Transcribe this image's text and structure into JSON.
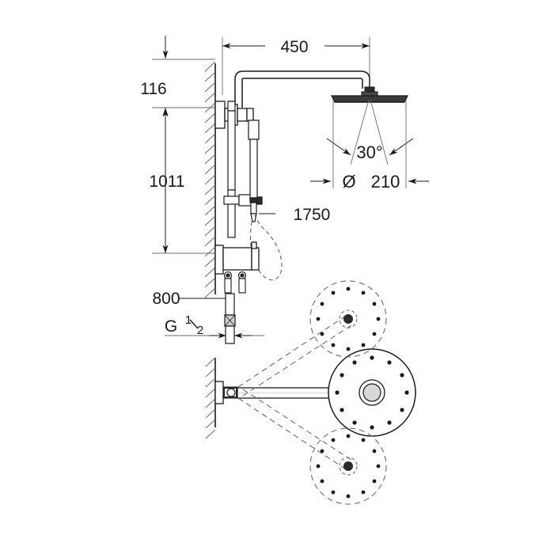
{
  "drawing": {
    "title": "Shower system technical dimension drawing",
    "units": "mm",
    "line_color": "#6b6b6b",
    "dark_line_color": "#1a1a1a",
    "text_color": "#1a1a1a",
    "background": "#ffffff"
  },
  "dimensions": {
    "projection_450": "450",
    "head_offset_116": "116",
    "riser_height_1011": "1011",
    "hose_length_1750": "1750",
    "inlet_height_800": "800",
    "thread_size_main": "G",
    "thread_size_num": "1",
    "thread_size_den": "2",
    "spray_angle": "30°",
    "head_diameter_symbol": "Ø",
    "head_diameter_value": "210"
  },
  "views": {
    "elevation_label": "elevation-view",
    "plan_label": "plan-view"
  },
  "components": {
    "wall": "wall-hatching",
    "shower_arm": "shower-arm",
    "head_shower": "head-shower",
    "riser_rail": "riser-rail",
    "hand_shower": "hand-shower",
    "thermostat_body": "thermostat-valve-body",
    "shower_hose": "shower-hose",
    "inlet_pipe": "inlet-pipe",
    "swivel_arm": "swivel-arm",
    "head_plan_center": "head-plan-center",
    "head_plan_up": "head-plan-rotated-up",
    "head_plan_down": "head-plan-rotated-down"
  }
}
